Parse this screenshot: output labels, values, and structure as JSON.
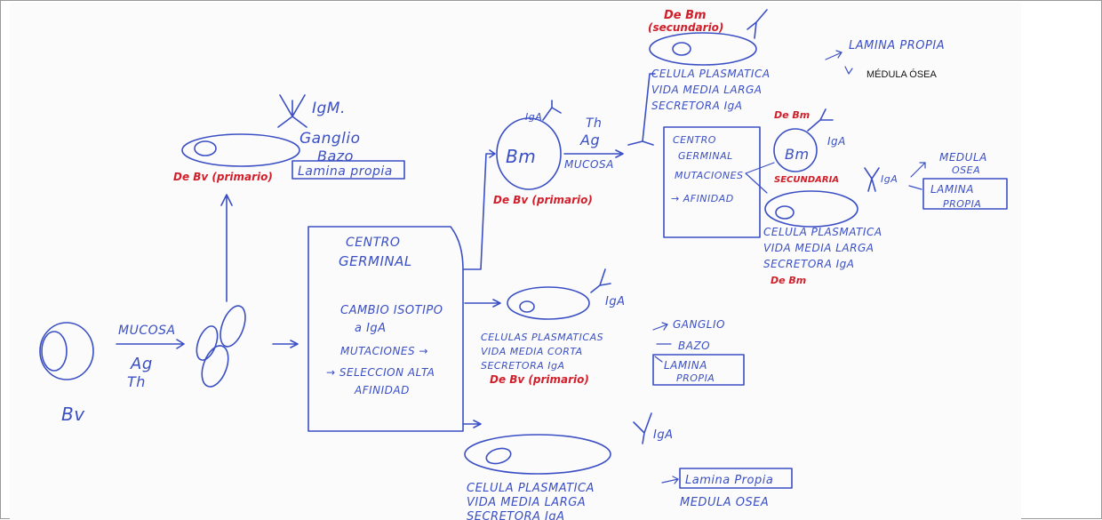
{
  "typed_label": "MÉDULA ÓSEA",
  "texts": {
    "bv": "Bv",
    "mucosa": "MUCOSA",
    "ag": "Ag",
    "th": "Th",
    "igm": "IgM.",
    "ganglio": "Ganglio",
    "bazo": "Bazo",
    "lamina_propia": "Lamina propia",
    "de_bv_primario_1": "De Bv (primario)",
    "cg_title_1": "CENTRO",
    "cg_title_2": "GERMINAL",
    "cg_cambio_1": "CAMBIO ISOTIPO",
    "cg_cambio_2": "a IgA",
    "cg_mutaciones": "MUTACIONES →",
    "cg_seleccion_1": "→ SELECCION ALTA",
    "cg_seleccion_2": "AFINIDAD",
    "bm_cell": "Bm",
    "bm_iga": "IgA",
    "bm_th": "Th",
    "bm_ag": "Ag",
    "bm_mucosa": "MUCOSA",
    "de_bv_primario_2": "De Bv (primario)",
    "de_bm_sec_1": "De Bm",
    "de_bm_sec_2": "(secundario)",
    "top_pc_1": "CELULA PLASMATICA",
    "top_pc_2": "VIDA MEDIA LARGA",
    "top_pc_3": "SECRETORA IgA",
    "top_lamina": "LAMINA PROPIA",
    "cg2_1": "CENTRO",
    "cg2_2": "GERMINAL",
    "cg2_3": "MUTACIONES",
    "cg2_4": "→ AFINIDAD",
    "de_bm": "De Bm",
    "bm2_cell": "Bm",
    "bm2_iga": "IgA",
    "secundaria": "SECUNDARIA",
    "right_iga": "IgA",
    "medula_1": "MEDULA",
    "medula_2": "OSEA",
    "lamina_2a": "LAMINA",
    "lamina_2b": "PROPIA",
    "pc_right_1": "CELULA PLASMATICA",
    "pc_right_2": "VIDA MEDIA LARGA",
    "pc_right_3": "SECRETORA IgA",
    "de_bm_2": "De Bm",
    "mid_iga": "IgA",
    "mid_pc_1": "CELULAS PLASMATICAS",
    "mid_pc_2": "VIDA MEDIA CORTA",
    "mid_pc_3": "SECRETORA IgA",
    "de_bv_primario_3": "De Bv (primario)",
    "mid_ganglio": "GANGLIO",
    "mid_bazo": "BAZO",
    "mid_lamina_1": "LAMINA",
    "mid_lamina_2": "PROPIA",
    "bot_iga": "IgA",
    "bot_pc_1": "CELULA PLASMATICA",
    "bot_pc_2": "VIDA MEDIA LARGA",
    "bot_pc_3": "SECRETORA IgA",
    "bot_lamina": "Lamina Propia",
    "bot_medula": "MEDULA OSEA"
  },
  "colors": {
    "ink": "#3b4fc4",
    "red_ink": "#d01f2a",
    "paper": "#fbfbfb"
  }
}
